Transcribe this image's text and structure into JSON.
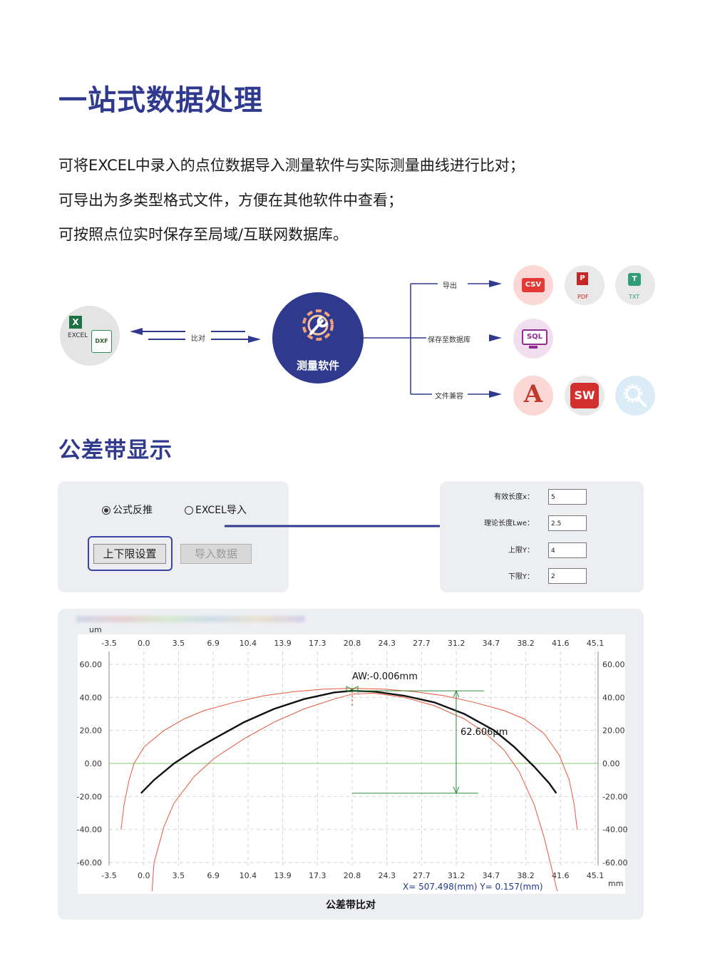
{
  "section1": {
    "title": "一站式数据处理",
    "lines": [
      "可将EXCEL中录入的点位数据导入测量软件与实际测量曲线进行比对；",
      "可导出为多类型格式文件，方便在其他软件中查看；",
      "可按照点位实时保存至局域/互联网数据库。"
    ]
  },
  "diagram": {
    "excel_label": "EXCEL",
    "dxf_label": "DXF",
    "compare_label": "比对",
    "software_label": "测量软件",
    "export_label": "导出",
    "db_label": "保存至数据库",
    "compat_label": "文件兼容",
    "csv_label": "CSV",
    "pdf_label": "PDF",
    "txt_label": "TXT",
    "sql_label": "SQL",
    "sw_label": "SW"
  },
  "section2": {
    "title": "公差带显示"
  },
  "tolerance_panel": {
    "radio1": "公式反推",
    "radio2": "EXCEL导入",
    "button1": "上下限设置",
    "button2": "导入数据"
  },
  "params_panel": {
    "fields": [
      {
        "label": "有效长度x：",
        "value": "5"
      },
      {
        "label": "理论长度Lwe：",
        "value": "2.5"
      },
      {
        "label": "上限Y：",
        "value": "4"
      },
      {
        "label": "下限Y：",
        "value": "2"
      }
    ]
  },
  "chart_data": {
    "type": "line",
    "title": "公差带比对",
    "y_unit": "um",
    "x_unit": "mm",
    "x_ticks": [
      "-3.5",
      "0.0",
      "3.5",
      "6.9",
      "10.4",
      "13.9",
      "17.3",
      "20.8",
      "24.3",
      "27.7",
      "31.2",
      "34.7",
      "38.2",
      "41.6",
      "45.1"
    ],
    "y_ticks_left": [
      "60.00",
      "40.00",
      "20.00",
      "0.00",
      "-20.00",
      "-40.00",
      "-60.00"
    ],
    "y_ticks_right": [
      "60.00",
      "40.00",
      "20.00",
      "0.00",
      "-20.00",
      "-40.00",
      "-60.00"
    ],
    "xlim": [
      -3.5,
      45.1
    ],
    "ylim": [
      -60,
      60
    ],
    "annotation_aw": "AW:-0.006mm",
    "annotation_height": "62.606μm",
    "readout": "X= 507.498(mm)   Y=    0.157(mm)",
    "series": [
      {
        "color": "#111111",
        "x": [
          -0.3,
          1,
          3,
          5,
          7,
          10,
          13,
          16,
          19,
          20.8,
          23,
          26,
          29,
          32,
          35,
          37,
          39,
          40.5,
          41.2
        ],
        "y": [
          -18,
          -10,
          0,
          8,
          15,
          25,
          33,
          39,
          43,
          44,
          43.5,
          41,
          37,
          30,
          20,
          10,
          -2,
          -12,
          -18
        ]
      },
      {
        "color": "#e8563a",
        "x": [
          -2.3,
          -2,
          -1.5,
          -1,
          0,
          2,
          4,
          6,
          9,
          12,
          15,
          18,
          20.8,
          24,
          27,
          30,
          33,
          36,
          38,
          40,
          41.5,
          42.5,
          43,
          43.3
        ],
        "y": [
          -40,
          -25,
          -10,
          0,
          10,
          20,
          27,
          32,
          37,
          41,
          43.5,
          45,
          45.5,
          45,
          43.5,
          41,
          37,
          32,
          27,
          18,
          5,
          -10,
          -25,
          -40
        ]
      },
      {
        "color": "#e8563a",
        "x": [
          0.8,
          1,
          2,
          3,
          5,
          7,
          10,
          13,
          16,
          19,
          20.8,
          23,
          26,
          29,
          32,
          34,
          36,
          37.5,
          39,
          40,
          40.8,
          41.3
        ],
        "y": [
          -82,
          -60,
          -38,
          -24,
          -8,
          3,
          15,
          25,
          33,
          39,
          42,
          42.5,
          40,
          35,
          27,
          19,
          8,
          -5,
          -25,
          -45,
          -65,
          -82
        ]
      }
    ],
    "reference_line_y": 0
  }
}
